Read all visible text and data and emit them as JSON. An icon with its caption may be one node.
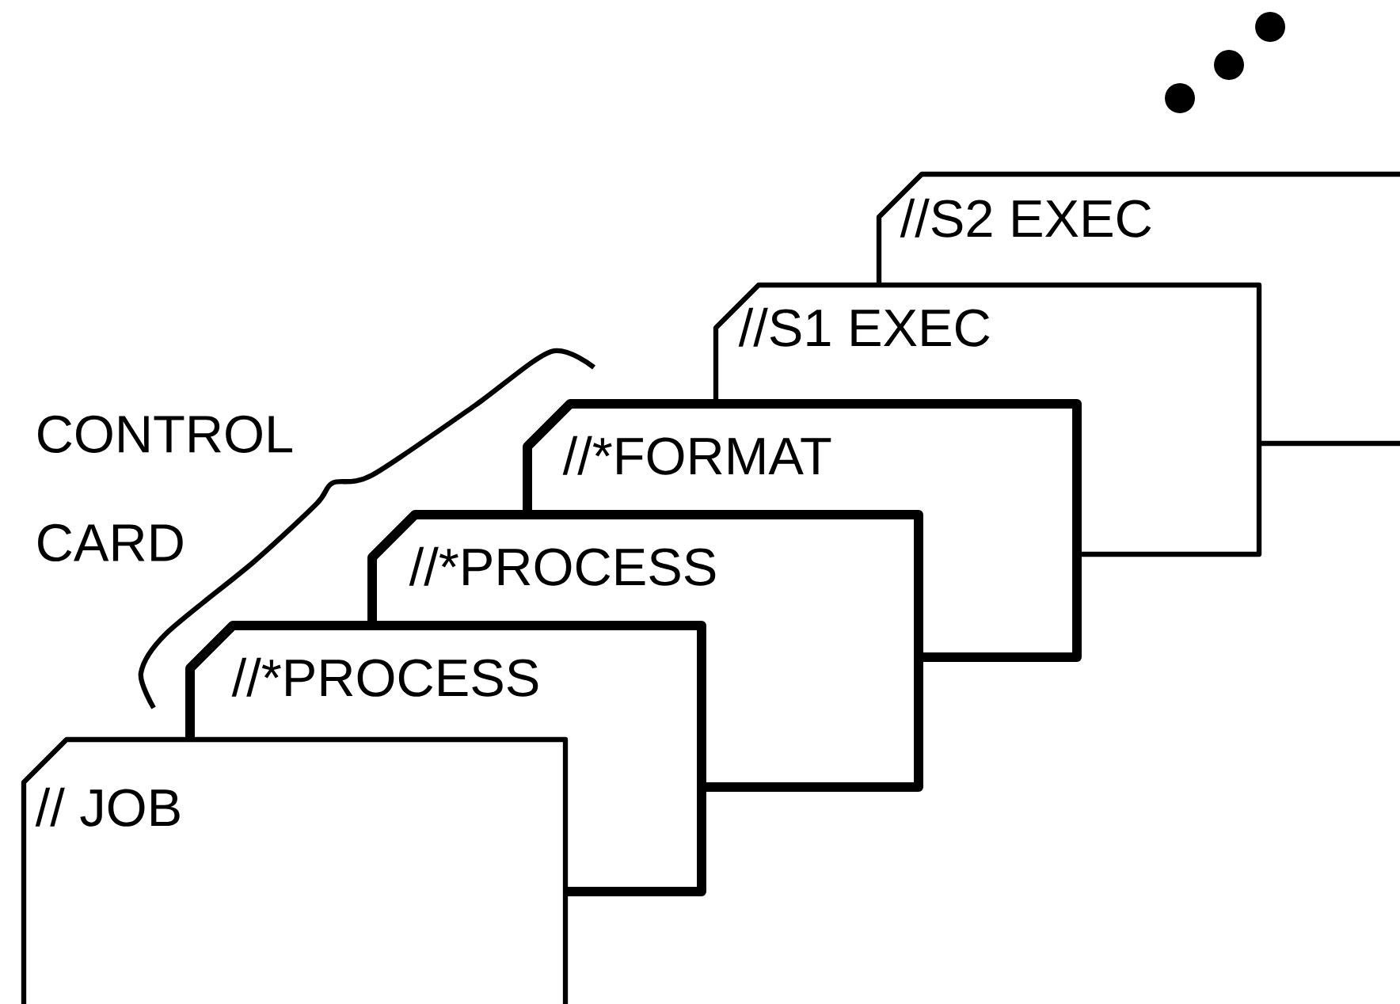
{
  "diagram": {
    "nodes": [
      {
        "text": [
          "//S2 EXEC"
        ]
      },
      {
        "text": [
          "//S1 EXEC"
        ]
      },
      {
        "text": [
          "//*FORMAT"
        ]
      },
      {
        "text": [
          "//*PROCESS"
        ]
      },
      {
        "text": [
          "//*PROCESS"
        ]
      },
      {
        "text": [
          "// JOB"
        ]
      }
    ],
    "labels": [
      "CONTROL CARD"
    ]
  }
}
